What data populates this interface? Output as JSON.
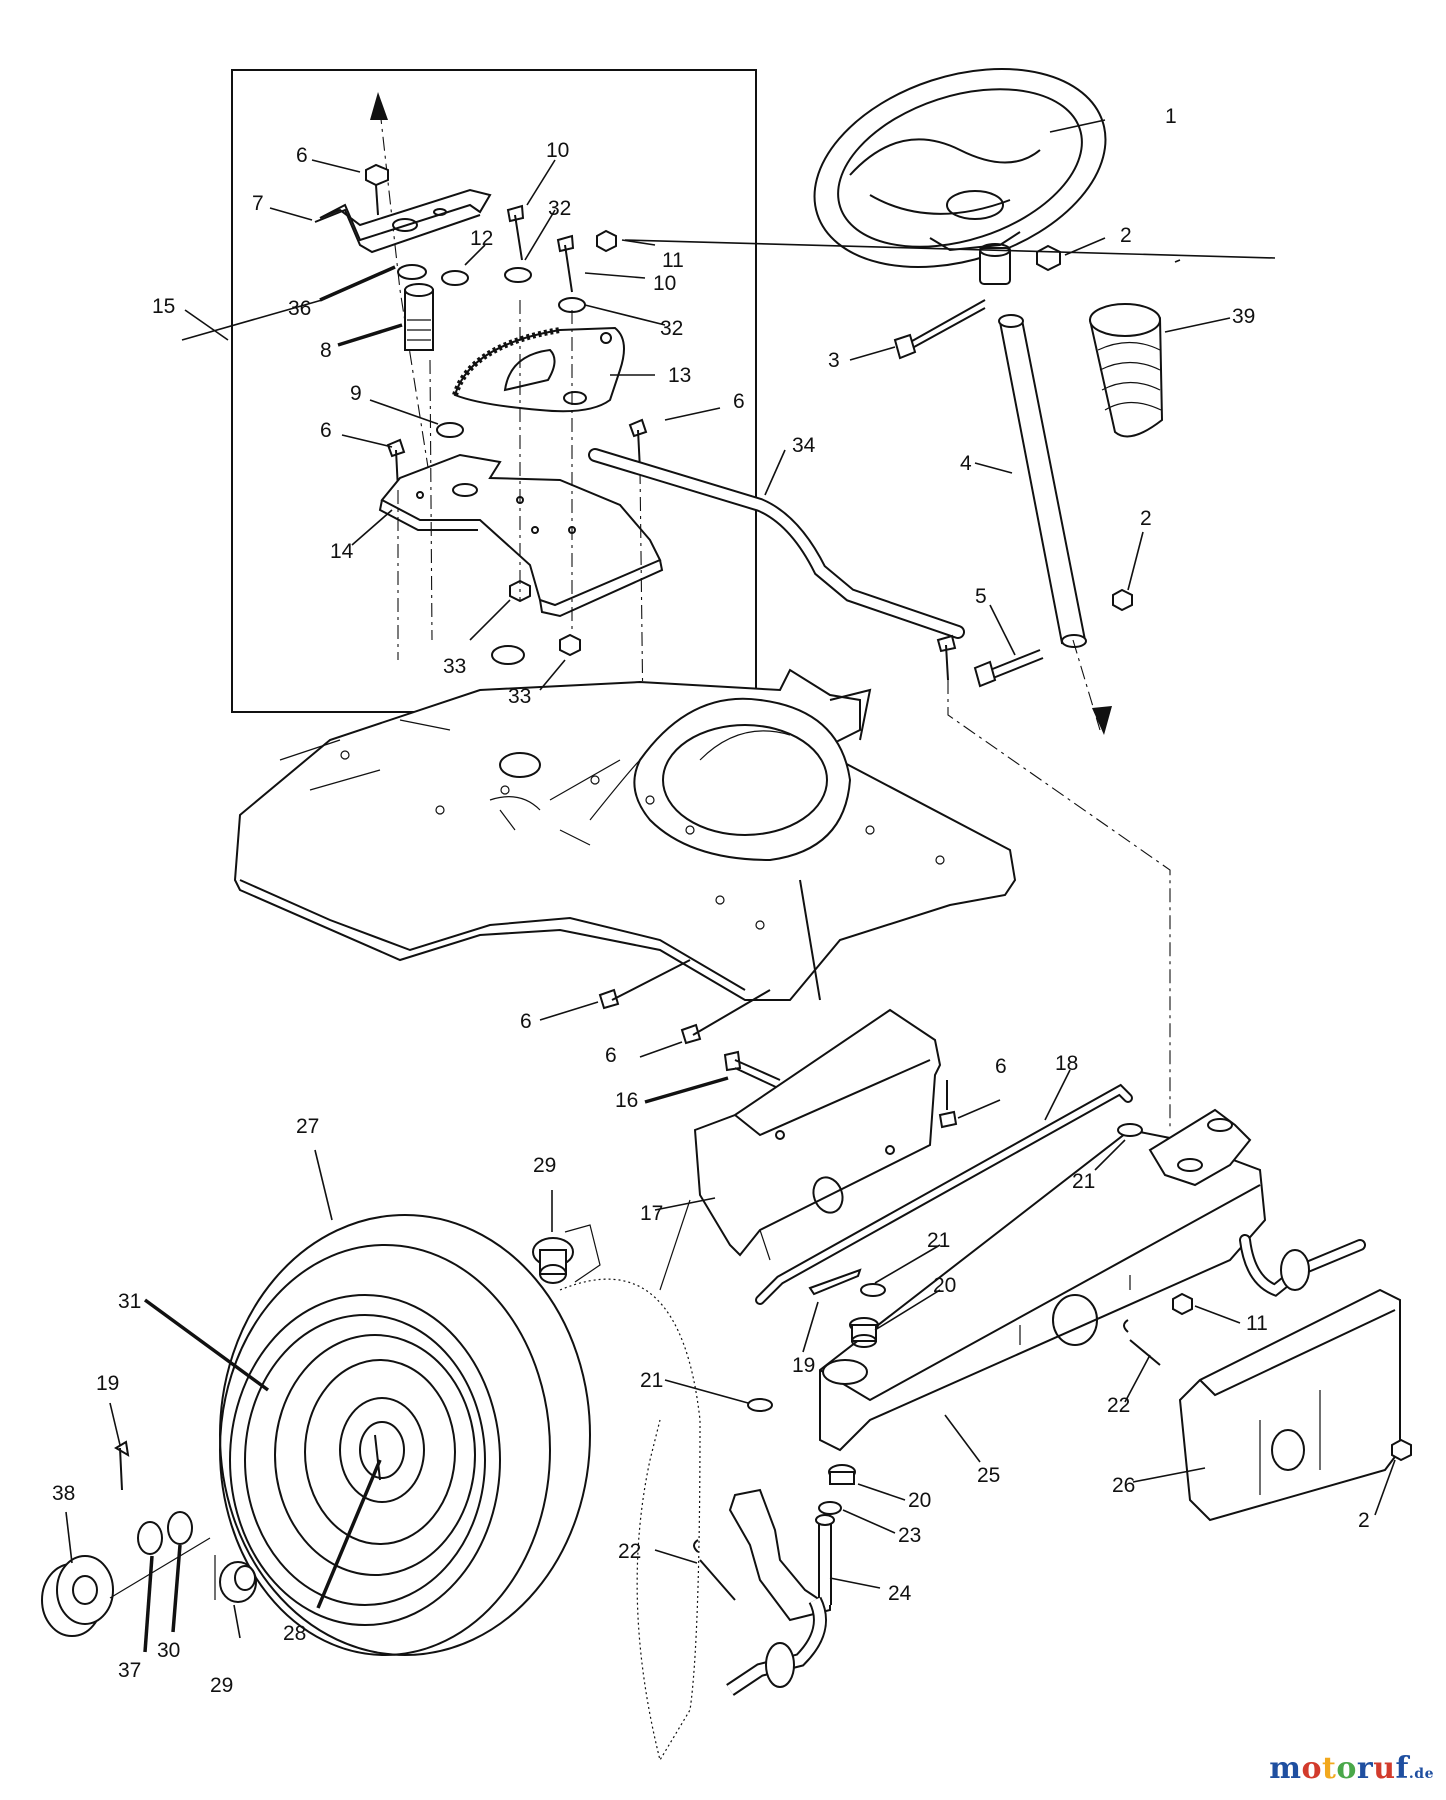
{
  "labels": {
    "l1": "1",
    "l2a": "2",
    "l2b": "2",
    "l2c": "2",
    "l3": "3",
    "l4": "4",
    "l5": "5",
    "l6a": "6",
    "l6b": "6",
    "l6c": "6",
    "l6d": "6",
    "l6e": "6",
    "l6f": "6",
    "l7": "7",
    "l8": "8",
    "l9": "9",
    "l10a": "10",
    "l10b": "10",
    "l11a": "11",
    "l11b": "11",
    "l12": "12",
    "l13": "13",
    "l14": "14",
    "l15": "15",
    "l16": "16",
    "l17": "17",
    "l18": "18",
    "l19a": "19",
    "l19b": "19",
    "l20a": "20",
    "l20b": "20",
    "l21a": "21",
    "l21b": "21",
    "l21c": "21",
    "l22a": "22",
    "l22b": "22",
    "l23": "23",
    "l24": "24",
    "l25": "25",
    "l26": "26",
    "l27": "27",
    "l28": "28",
    "l29a": "29",
    "l29b": "29",
    "l30": "30",
    "l31": "31",
    "l32a": "32",
    "l32b": "32",
    "l33a": "33",
    "l33b": "33",
    "l34": "34",
    "l36": "36",
    "l37": "37",
    "l38": "38",
    "l39": "39"
  },
  "watermark": {
    "text": "motoruf",
    "suffix": ".de"
  }
}
